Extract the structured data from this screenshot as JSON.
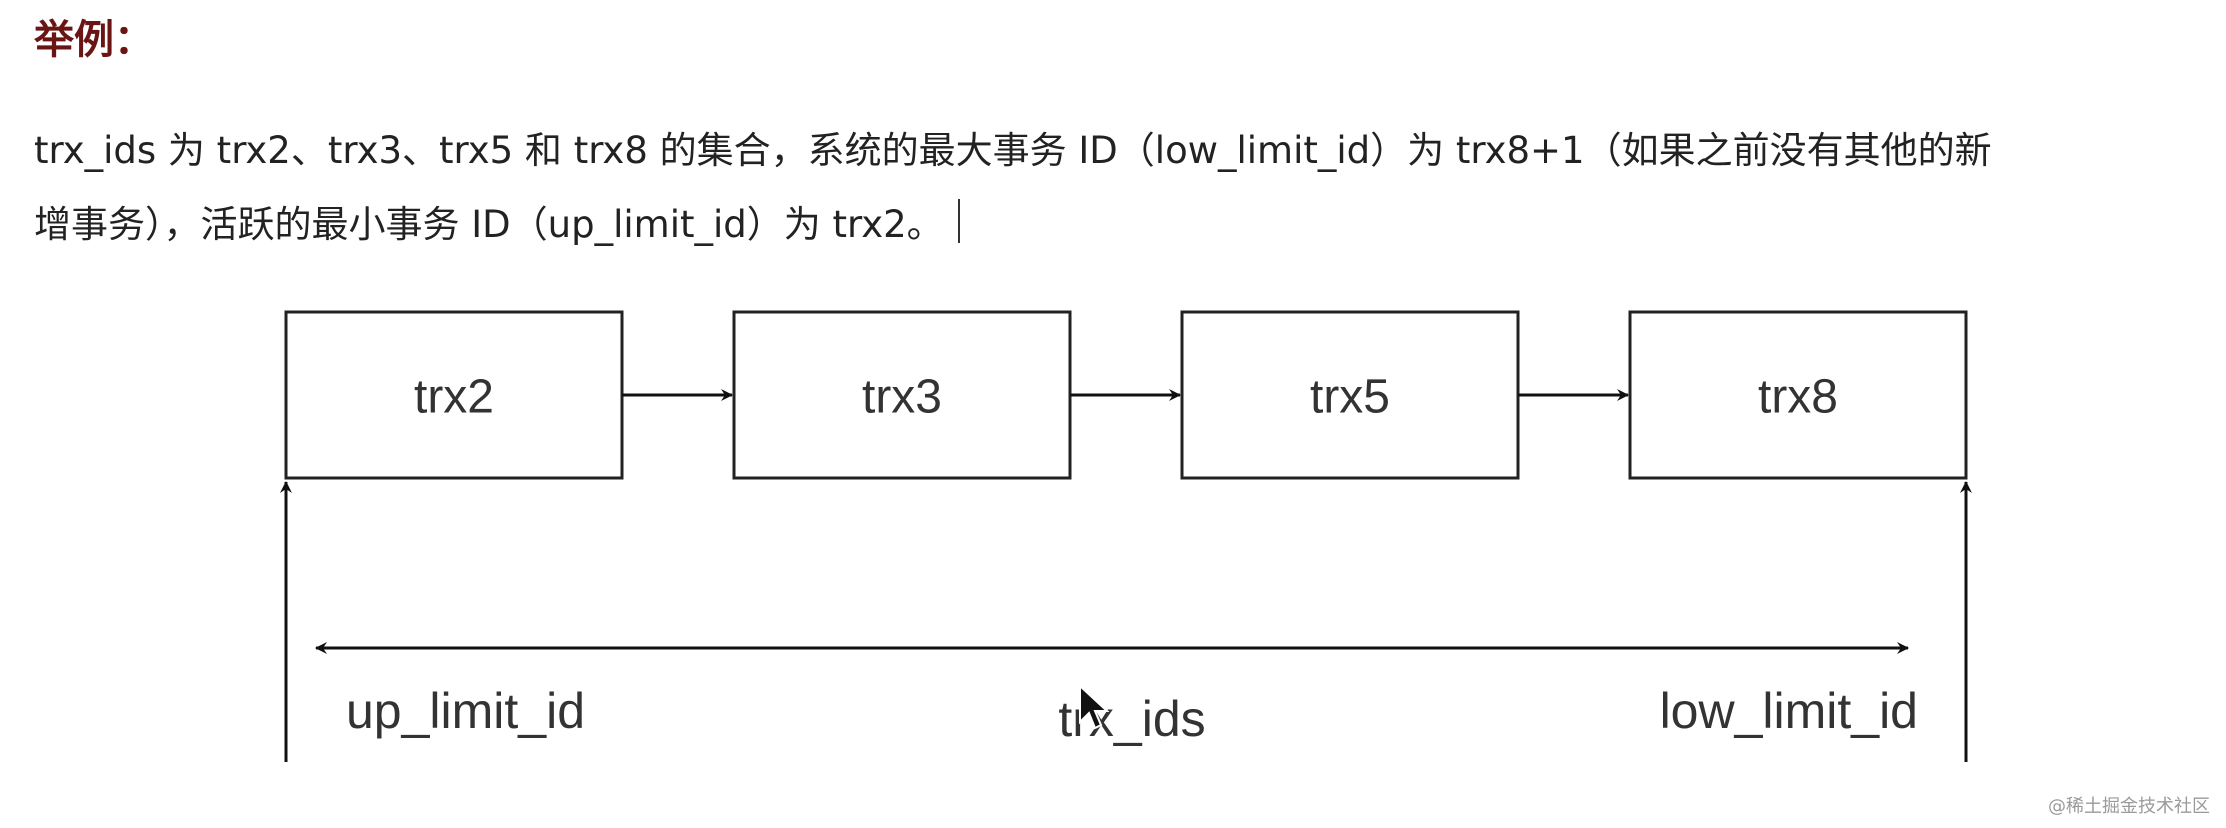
{
  "heading": "举例：",
  "paragraph": {
    "line1": "trx_ids 为 trx2、trx3、trx5 和 trx8 的集合，系统的最大事务 ID（low_limit_id）为 trx8+1（如果之前没有其他的新",
    "line2": "增事务），活跃的最小事务 ID（up_limit_id）为 trx2。"
  },
  "diagram": {
    "boxes": [
      {
        "label": "trx2"
      },
      {
        "label": "trx3"
      },
      {
        "label": "trx5"
      },
      {
        "label": "trx8"
      }
    ],
    "labels": {
      "left": "up_limit_id",
      "center": "trx_ids",
      "right": "low_limit_id"
    }
  },
  "watermark": "@稀土掘金技术社区"
}
